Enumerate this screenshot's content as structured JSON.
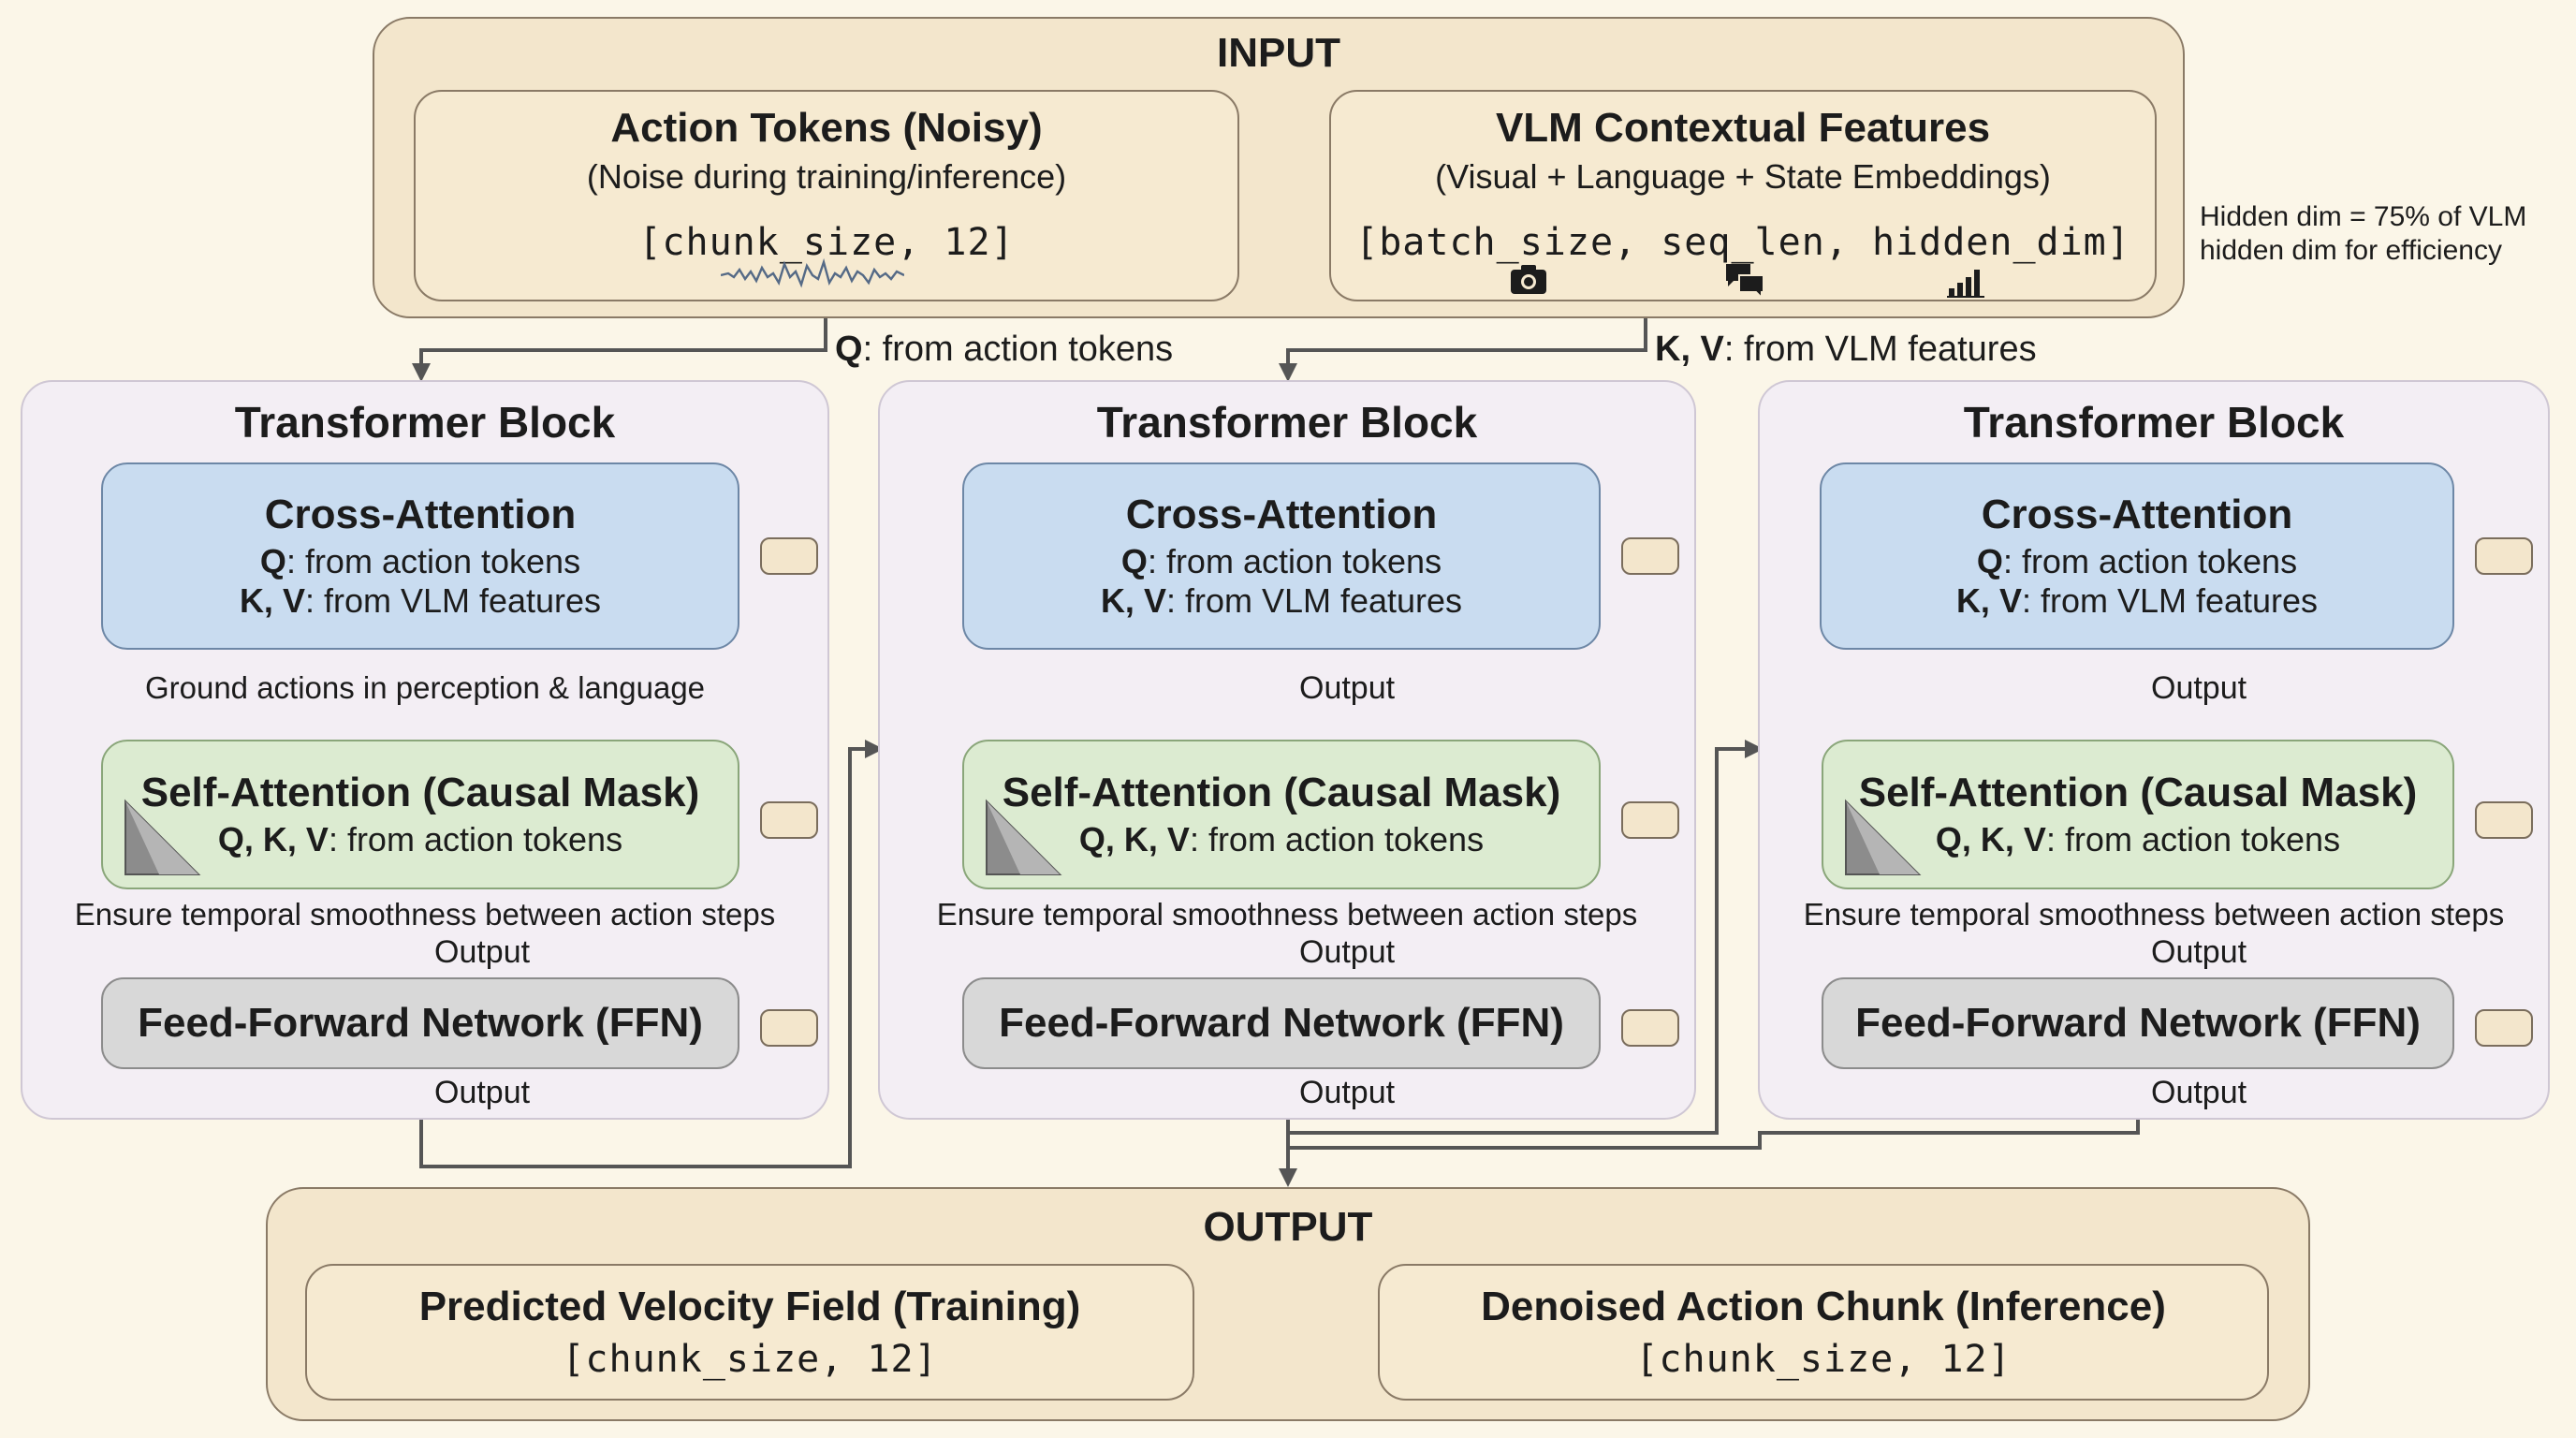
{
  "input": {
    "title": "INPUT",
    "action_tokens": {
      "title": "Action Tokens (Noisy)",
      "subtitle": "(Noise during training/inference)",
      "shape": "[chunk_size, 12]"
    },
    "vlm_features": {
      "title": "VLM Contextual Features",
      "subtitle": "(Visual + Language + State Embeddings)",
      "shape": "[batch_size, seq_len, hidden_dim]",
      "icons": [
        "camera-icon",
        "chat-icon",
        "signal-bars-icon"
      ]
    },
    "note_line1": "Hidden dim = 75% of VLM",
    "note_line2": "hidden dim for efficiency"
  },
  "connectors": {
    "q_bold": "Q",
    "q_rest": ": from action tokens",
    "kv_bold": "K, V",
    "kv_rest": ": from VLM features"
  },
  "blocks": [
    {
      "title": "Transformer Block",
      "cross_title": "Cross-Attention",
      "cross_q_bold": "Q",
      "cross_q_rest": ": from action tokens",
      "cross_kv_bold": "K, V",
      "cross_kv_rest": ": from VLM features",
      "between_label": "Ground actions in perception & language",
      "self_title": "Self-Attention (Causal Mask)",
      "self_qkv_bold": "Q, K, V",
      "self_qkv_rest": ": from action tokens",
      "smooth_label": "Ensure temporal smoothness between action steps",
      "output_label_1": "Output",
      "ffn_title": "Feed-Forward Network (FFN)",
      "output_label_2": "Output"
    },
    {
      "title": "Transformer Block",
      "cross_title": "Cross-Attention",
      "cross_q_bold": "Q",
      "cross_q_rest": ": from action tokens",
      "cross_kv_bold": "K, V",
      "cross_kv_rest": ": from VLM features",
      "between_label": "Output",
      "self_title": "Self-Attention (Causal Mask)",
      "self_qkv_bold": "Q, K, V",
      "self_qkv_rest": ": from action tokens",
      "smooth_label": "Ensure temporal smoothness between action steps",
      "output_label_1": "Output",
      "ffn_title": "Feed-Forward Network (FFN)",
      "output_label_2": "Output"
    },
    {
      "title": "Transformer Block",
      "cross_title": "Cross-Attention",
      "cross_q_bold": "Q",
      "cross_q_rest": ": from action tokens",
      "cross_kv_bold": "K, V",
      "cross_kv_rest": ": from VLM features",
      "between_label": "Output",
      "self_title": "Self-Attention (Causal Mask)",
      "self_qkv_bold": "Q, K, V",
      "self_qkv_rest": ": from action tokens",
      "smooth_label": "Ensure temporal smoothness between action steps",
      "output_label_1": "Output",
      "ffn_title": "Feed-Forward Network (FFN)",
      "output_label_2": "Output"
    }
  ],
  "output": {
    "title": "OUTPUT",
    "velocity": {
      "title": "Predicted Velocity Field (Training)",
      "shape": "[chunk_size, 12]"
    },
    "denoised": {
      "title": "Denoised Action Chunk (Inference)",
      "shape": "[chunk_size, 12]"
    }
  }
}
